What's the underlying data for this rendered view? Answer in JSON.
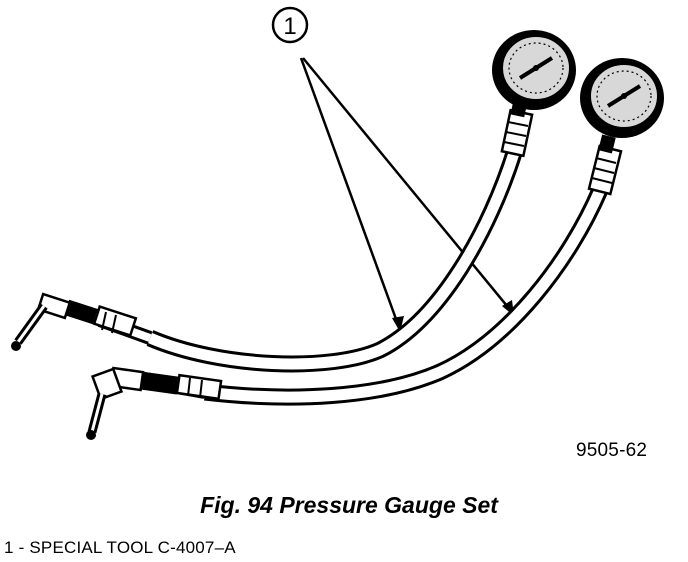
{
  "callout": {
    "number": "1"
  },
  "figure_id": "9505-62",
  "caption": "Fig. 94 Pressure Gauge Set",
  "legend": [
    {
      "text": "1 - SPECIAL TOOL C-4007–A"
    }
  ],
  "colors": {
    "ink": "#000000",
    "paper": "#ffffff",
    "gauge_face": "#d8d8d8"
  }
}
